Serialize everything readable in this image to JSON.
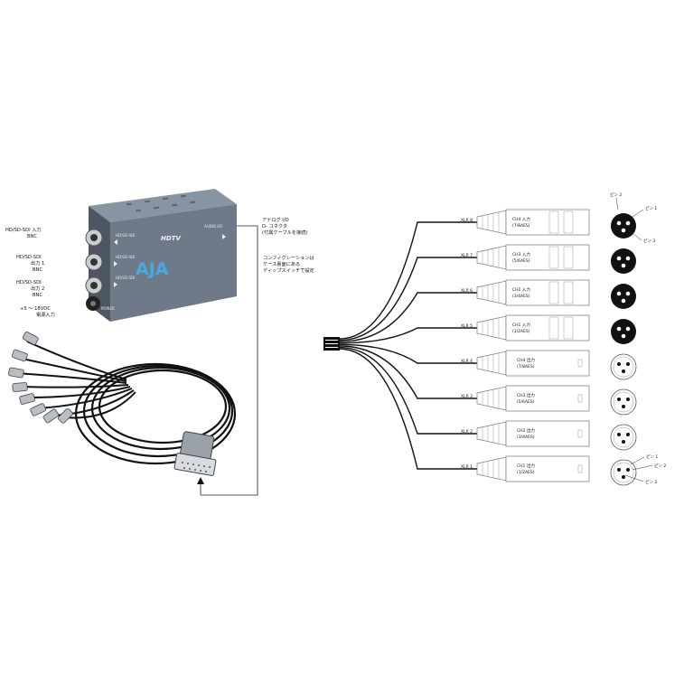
{
  "device": {
    "brand_top": "HDTV",
    "brand_logo": "AJA",
    "panel_small_1": "HD/SD-SDI",
    "panel_small_2": "HD/SD-SDI",
    "panel_small_3": "HD/SD-SDI",
    "panel_small_4": "AUDIO I/O",
    "panel_small_5": "POWER",
    "colors": {
      "body": "#6e7a87",
      "body_dark": "#4c5763",
      "bnc": "#c9ced3",
      "accent": "#4aa8e0"
    }
  },
  "left_labels": {
    "sdi_in": [
      "HD/SD-SDI 入力",
      "BNC"
    ],
    "sdi_out1": [
      "HD/SD-SDI",
      "出力 1",
      "BNC"
    ],
    "sdi_out2": [
      "HD/SD-SDI",
      "出力 2",
      "BNC"
    ],
    "power": [
      "+5 〜 18VDC",
      "電源入力"
    ]
  },
  "callouts": {
    "analog_io": [
      "アナログ I/O",
      "D- コネクタ",
      "(付属ケーブルを接続)"
    ],
    "config": [
      "コンフィグレーションは",
      "ケース裏面にある",
      "ディップスイッチで設定"
    ]
  },
  "connectors": [
    {
      "xlr": "XLR 8",
      "ch": "CH4 入力",
      "aes": "(7/8AES)",
      "type": "input"
    },
    {
      "xlr": "XLR 7",
      "ch": "CH3 入力",
      "aes": "(5/6AES)",
      "type": "input"
    },
    {
      "xlr": "XLR 6",
      "ch": "CH2 入力",
      "aes": "(3/4AES)",
      "type": "input"
    },
    {
      "xlr": "XLR 5",
      "ch": "CH1 入力",
      "aes": "(1/2AES)",
      "type": "input"
    },
    {
      "xlr": "XLR 4",
      "ch": "CH4 出力",
      "aes": "(7/8AES)",
      "type": "output"
    },
    {
      "xlr": "XLR 3",
      "ch": "CH3 出力",
      "aes": "(5/6AES)",
      "type": "output"
    },
    {
      "xlr": "XLR 2",
      "ch": "CH2 出力",
      "aes": "(3/4AES)",
      "type": "output"
    },
    {
      "xlr": "XLR 1",
      "ch": "CH1 出力",
      "aes": "(1/2AES)",
      "type": "output"
    }
  ],
  "pin_labels_top": {
    "pin2": "ピン 2",
    "pin1": "ピン 1",
    "pin3": "ピン 3"
  },
  "pin_labels_bottom": {
    "pin1": "ピン 1",
    "pin2": "ピン 2",
    "pin3": "ピン 3"
  }
}
